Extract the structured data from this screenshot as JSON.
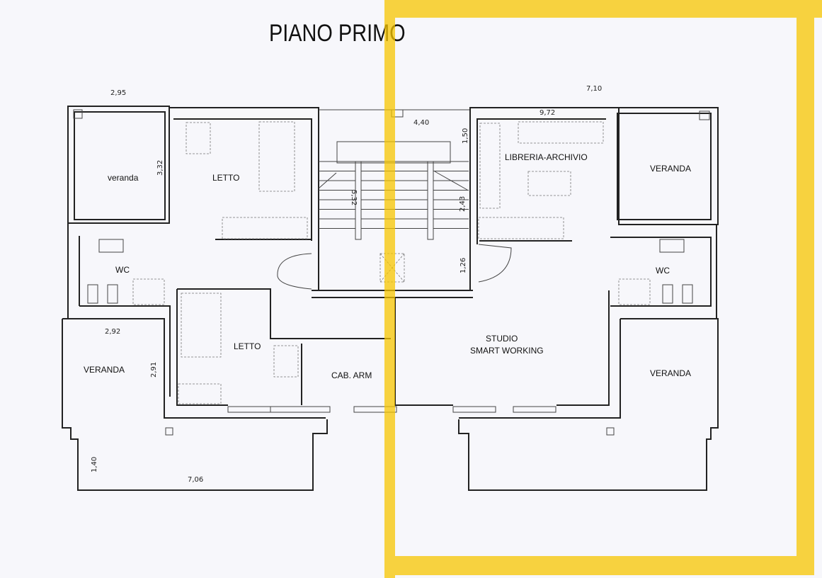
{
  "title": "PIANO PRIMO",
  "rooms": {
    "veranda_nw": "veranda",
    "letto_n": "LETTO",
    "wc_w": "WC",
    "letto_s": "LETTO",
    "veranda_sw": "VERANDA",
    "cab_arm": "CAB. ARM",
    "libreria": "LIBRERIA-ARCHIVIO",
    "veranda_ne": "VERANDA",
    "wc_e": "WC",
    "studio_1": "STUDIO",
    "studio_2": "SMART WORKING",
    "veranda_se": "VERANDA"
  },
  "dimensions": {
    "d1": "2,95",
    "d2": "3,32",
    "d3": "4,40",
    "d4": "1,50",
    "d5": "5,32",
    "d6": "2,43",
    "d7": "1,26",
    "d8": "7,10",
    "d9": "9,72",
    "d10": "2,92",
    "d11": "2,91",
    "d12": "1,40",
    "d13": "7,06"
  },
  "highlight_color": "#f7c600"
}
